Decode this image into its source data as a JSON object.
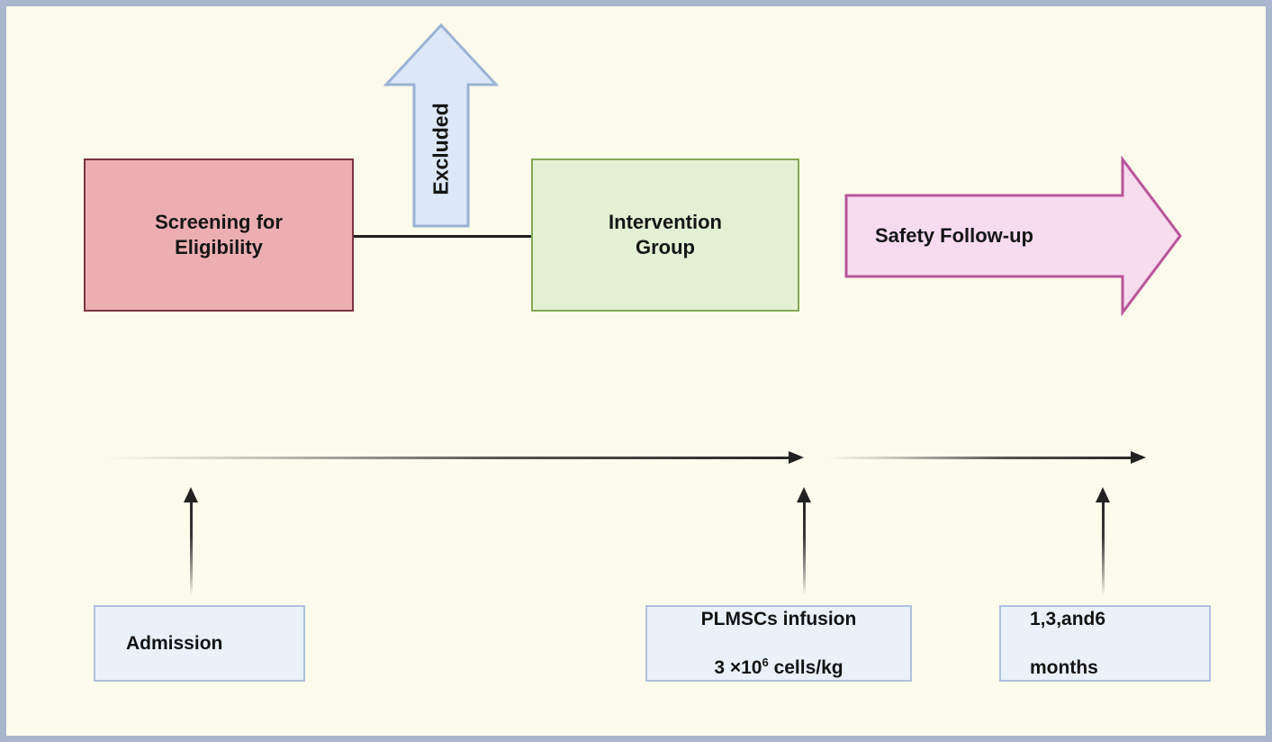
{
  "diagram": {
    "title": "Clinical trial flow and timeline diagram",
    "background_color": "#fdfbec",
    "frame_color": "#a9b6ce",
    "nodes": {
      "screening": {
        "label": "Screening for\nEligibility",
        "fill": "#edaeb2",
        "stroke": "#7c3440",
        "shape": "rectangle"
      },
      "excluded": {
        "label": "Excluded",
        "fill": "#dce8f7",
        "stroke": "#9ab2d6",
        "shape": "up-arrow",
        "text_orientation": "vertical-rotated-90"
      },
      "intervention": {
        "label": "Intervention\nGroup",
        "fill": "#e4f0d4",
        "stroke": "#83a954",
        "shape": "rectangle"
      },
      "safety": {
        "label": "Safety Follow-up",
        "fill": "#f7dbef",
        "stroke": "#b8559b",
        "shape": "right-arrow"
      }
    },
    "timeline": {
      "arrows": [
        {
          "name": "timeline-segment-1",
          "direction": "right"
        },
        {
          "name": "timeline-segment-2",
          "direction": "right"
        }
      ],
      "markers": [
        {
          "name": "admission",
          "line1": "Admission",
          "line2": "",
          "fill": "#eaf1fb",
          "stroke": "#aec1e0"
        },
        {
          "name": "plmscs-infusion",
          "line1": "PLMSCs infusion",
          "line2_prefix": "3 ×10",
          "line2_sup": "6",
          "line2_suffix": " cells/kg",
          "fill": "#eaf1fb",
          "stroke": "#aec1e0"
        },
        {
          "name": "followup-months",
          "line1": "1,3,and6",
          "line2": "months",
          "fill": "#eaf1fb",
          "stroke": "#aec1e0"
        }
      ]
    }
  }
}
